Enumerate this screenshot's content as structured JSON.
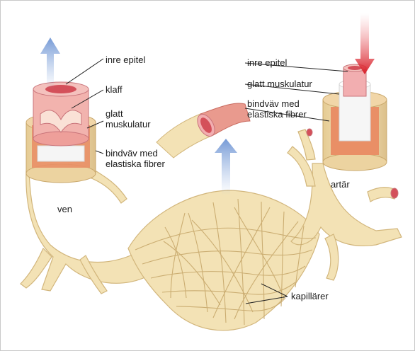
{
  "vein": {
    "name": "ven",
    "inner_layer": "inre epitel",
    "valve": "klaff",
    "middle_layer": [
      "glatt",
      "muskulatur"
    ],
    "outer_layer": [
      "bindväv med",
      "elastiska fibrer"
    ]
  },
  "artery": {
    "name": "artär",
    "inner_layer": "inre epitel",
    "middle_layer": "glatt muskulatur",
    "outer_layer": [
      "bindväv med",
      "elastiska fibrer"
    ]
  },
  "capillaries": "kapillärer",
  "colors": {
    "vessel_wall": "#f3e2b5",
    "vessel_shadow": "#d8be86",
    "lumen_red": "#d4505a",
    "inner_pink": "#f2aeb0",
    "muscle_orange": "#e98f66",
    "arrow_blue": "#9ab6e2",
    "arrow_red": "#d8202a"
  }
}
